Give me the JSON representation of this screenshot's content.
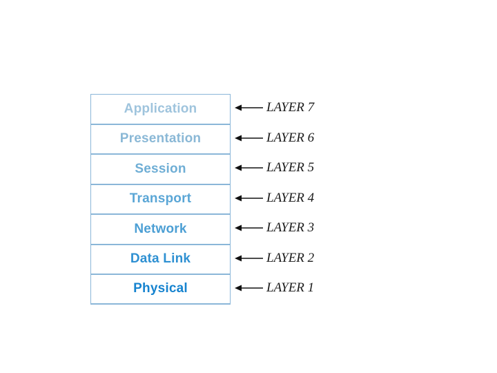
{
  "layers": [
    {
      "name": "Application",
      "tag": "LAYER 7",
      "color": "#9fc4dd"
    },
    {
      "name": "Presentation",
      "tag": "LAYER 6",
      "color": "#8ab8d6"
    },
    {
      "name": "Session",
      "tag": "LAYER 5",
      "color": "#6faed5"
    },
    {
      "name": "Transport",
      "tag": "LAYER 4",
      "color": "#5aa6d6"
    },
    {
      "name": "Network",
      "tag": "LAYER 3",
      "color": "#4c9fd4"
    },
    {
      "name": "Data Link",
      "tag": "LAYER 2",
      "color": "#2e90d2"
    },
    {
      "name": "Physical",
      "tag": "LAYER 1",
      "color": "#1683cf"
    }
  ]
}
